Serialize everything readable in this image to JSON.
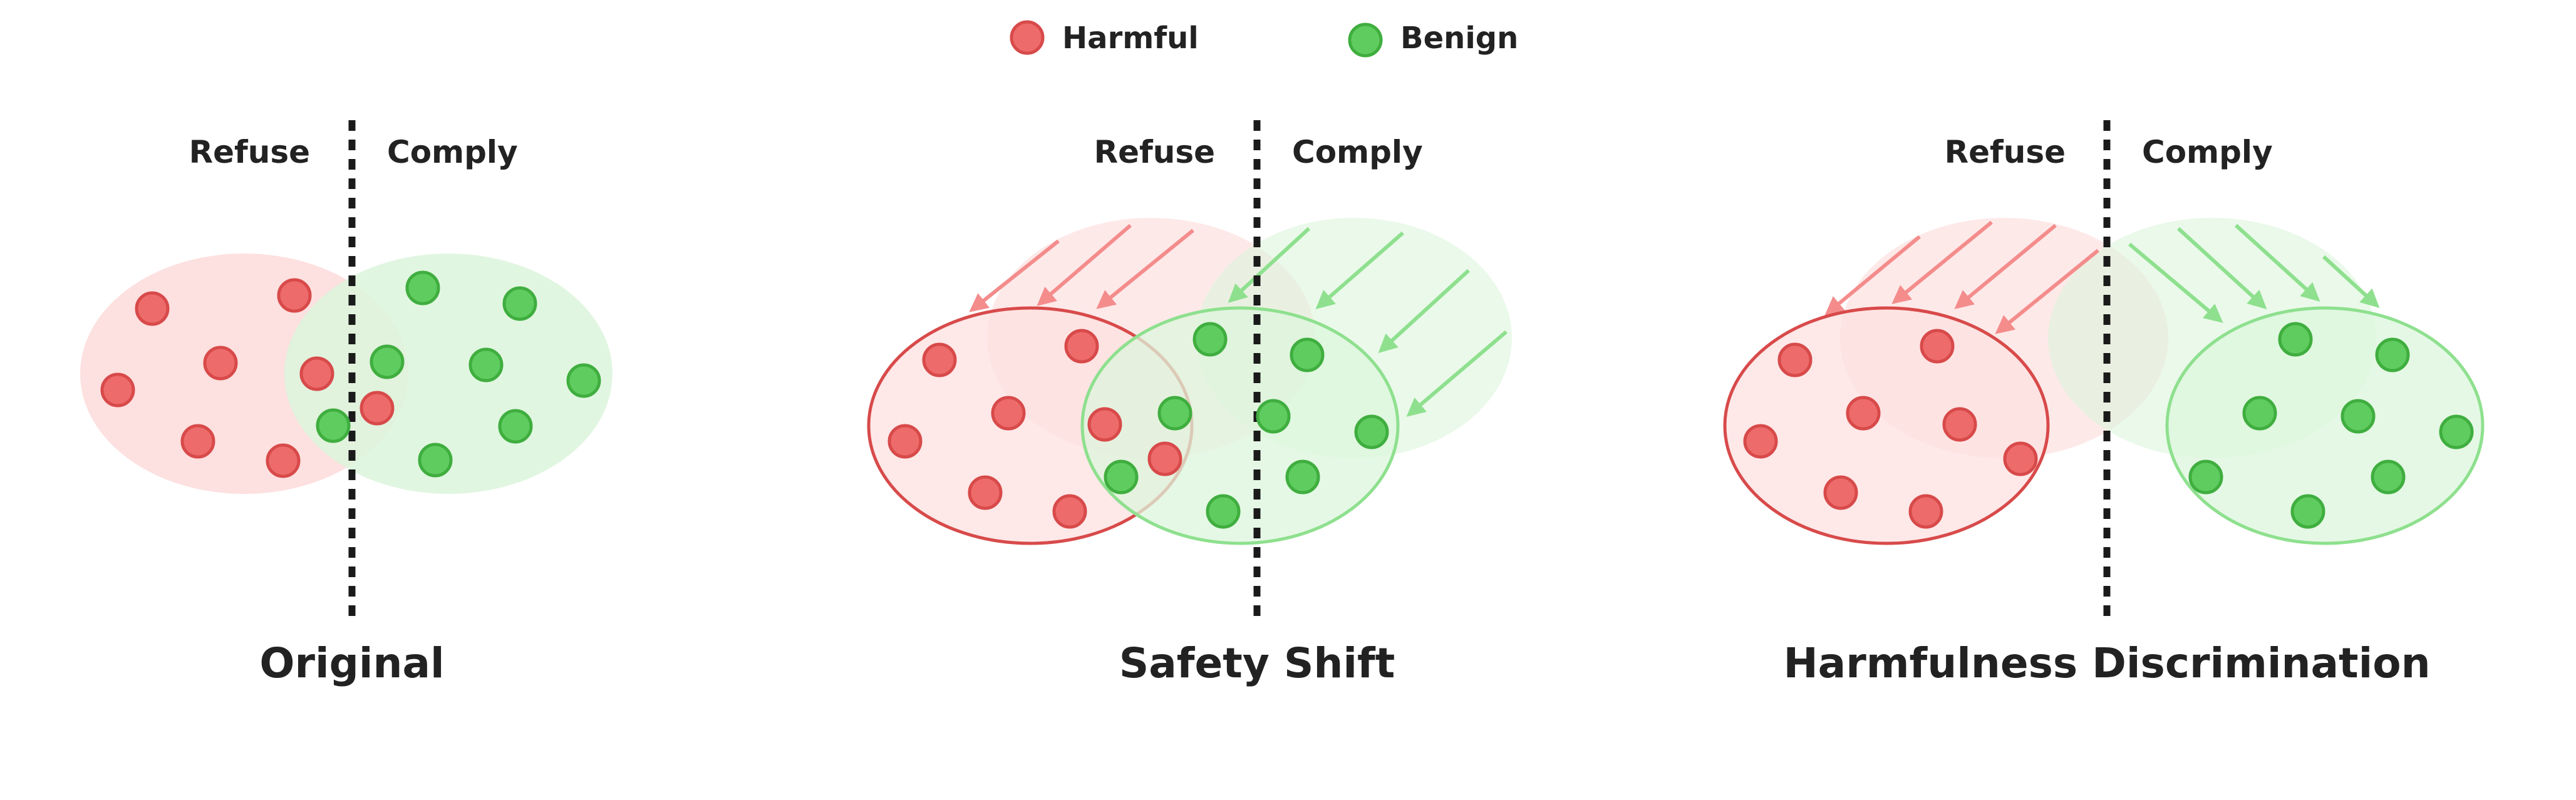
{
  "legend": {
    "harmful_label": "Harmful",
    "benign_label": "Benign"
  },
  "colors": {
    "harmful_fill": "#ee6b6b",
    "harmful_stroke": "#d84a4a",
    "harmful_cloud": "#fde0e0",
    "harmful_arrow": "#f48c8c",
    "benign_fill": "#5fcc5f",
    "benign_stroke": "#3fae3f",
    "benign_cloud": "#dcf5dc",
    "benign_arrow": "#8ee08e",
    "boundary": "#1a1a1a"
  },
  "panels": [
    {
      "title": "Original",
      "refuse_label": "Refuse",
      "comply_label": "Comply"
    },
    {
      "title": "Safety Shift",
      "refuse_label": "Refuse",
      "comply_label": "Comply"
    },
    {
      "title": "Harmfulness Discrimination",
      "refuse_label": "Refuse",
      "comply_label": "Comply"
    }
  ]
}
